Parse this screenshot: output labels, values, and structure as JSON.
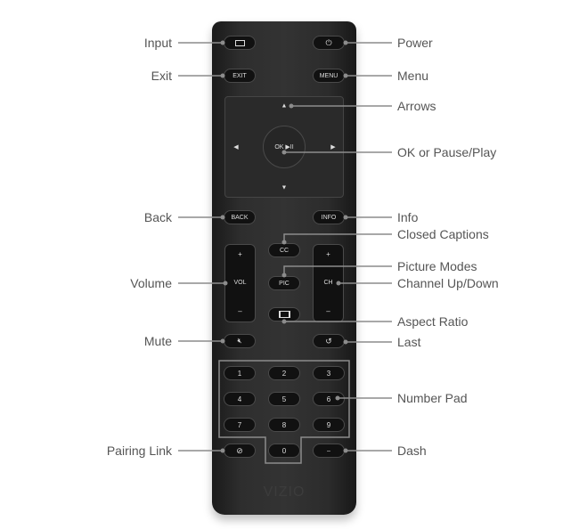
{
  "remote": {
    "brand": "VIZIO",
    "buttons": {
      "input_icon": "input-icon",
      "power_icon": "power-icon",
      "exit": "EXIT",
      "menu": "MENU",
      "ok": "OK ▶II",
      "back": "BACK",
      "info": "INFO",
      "cc": "CC",
      "pic": "PIC",
      "vol": "VOL",
      "ch": "CH",
      "plus": "+",
      "minus": "–",
      "mute_icon": "mute-icon",
      "last_icon": "last-icon",
      "aspect_icon": "aspect-ratio-icon",
      "pairing_icon": "pairing-link-icon",
      "dash": "–",
      "numbers": [
        "1",
        "2",
        "3",
        "4",
        "5",
        "6",
        "7",
        "8",
        "9",
        "0"
      ]
    }
  },
  "labels": {
    "input": "Input",
    "exit": "Exit",
    "back": "Back",
    "volume": "Volume",
    "mute": "Mute",
    "pairing": "Pairing Link",
    "power": "Power",
    "menu": "Menu",
    "arrows": "Arrows",
    "ok": "OK or Pause/Play",
    "info": "Info",
    "cc": "Closed Captions",
    "pic": "Picture Modes",
    "channel": "Channel Up/Down",
    "aspect": "Aspect Ratio",
    "last": "Last",
    "numpad": "Number Pad",
    "dash": "Dash"
  },
  "colors": {
    "leader": "#8c8c8c",
    "label": "#555555",
    "remote": "#2e2e2e"
  }
}
